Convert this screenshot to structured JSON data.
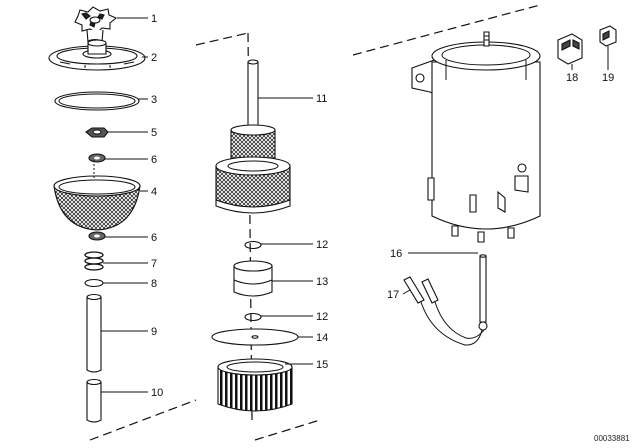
{
  "callouts": {
    "c1": "1",
    "c2": "2",
    "c3": "3",
    "c5": "5",
    "c6a": "6",
    "c4": "4",
    "c6b": "6",
    "c7": "7",
    "c8": "8",
    "c9": "9",
    "c10": "10",
    "c11": "11",
    "c12a": "12",
    "c13": "13",
    "c12b": "12",
    "c14": "14",
    "c15": "15",
    "c16": "16",
    "c17": "17",
    "c18": "18",
    "c19": "19"
  },
  "document_number": "00033881"
}
